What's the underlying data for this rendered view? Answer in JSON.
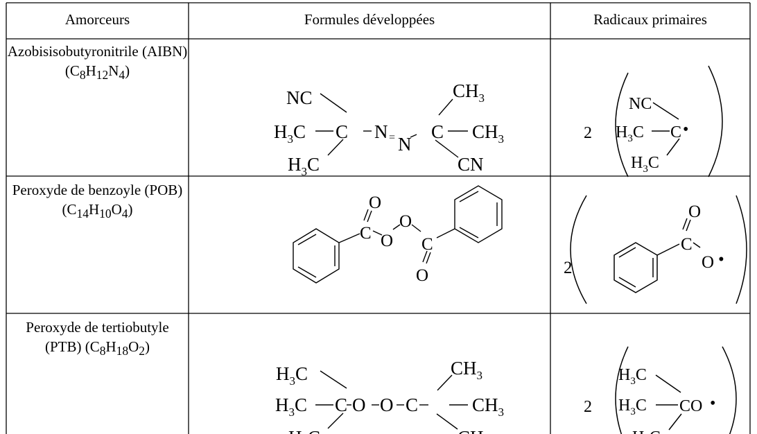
{
  "table": {
    "headers": [
      "Amorceurs",
      "Formules développées",
      "Radicaux primaires"
    ],
    "rows": [
      {
        "name": "Azobisisobutyronitrile (AIBN)",
        "formula": {
          "open": "(C",
          "c": "8",
          "h": "H",
          "hn": "12",
          "x": "N",
          "xn": "4",
          "close": ")"
        },
        "coefficient": "2"
      },
      {
        "name": "Peroxyde de benzoyle (POB)",
        "formula": {
          "open": "(C",
          "c": "14",
          "h": "H",
          "hn": "10",
          "x": "O",
          "xn": "4",
          "close": ")"
        },
        "coefficient": "2"
      },
      {
        "name": "Peroxyde de tertiobutyle",
        "formula": {
          "prefix": "(PTB) ",
          "open": "(C",
          "c": "8",
          "h": "H",
          "hn": "18",
          "x": "O",
          "xn": "2",
          "close": ")"
        },
        "coefficient": "2"
      }
    ]
  },
  "structures": {
    "nc": "NC",
    "cn": "CN",
    "ch3": "CH",
    "h3c": "H",
    "sub3": "3",
    "c": "C",
    "ctail": "C",
    "n": "N",
    "o": "O",
    "co": "CO",
    "dot": "•"
  }
}
